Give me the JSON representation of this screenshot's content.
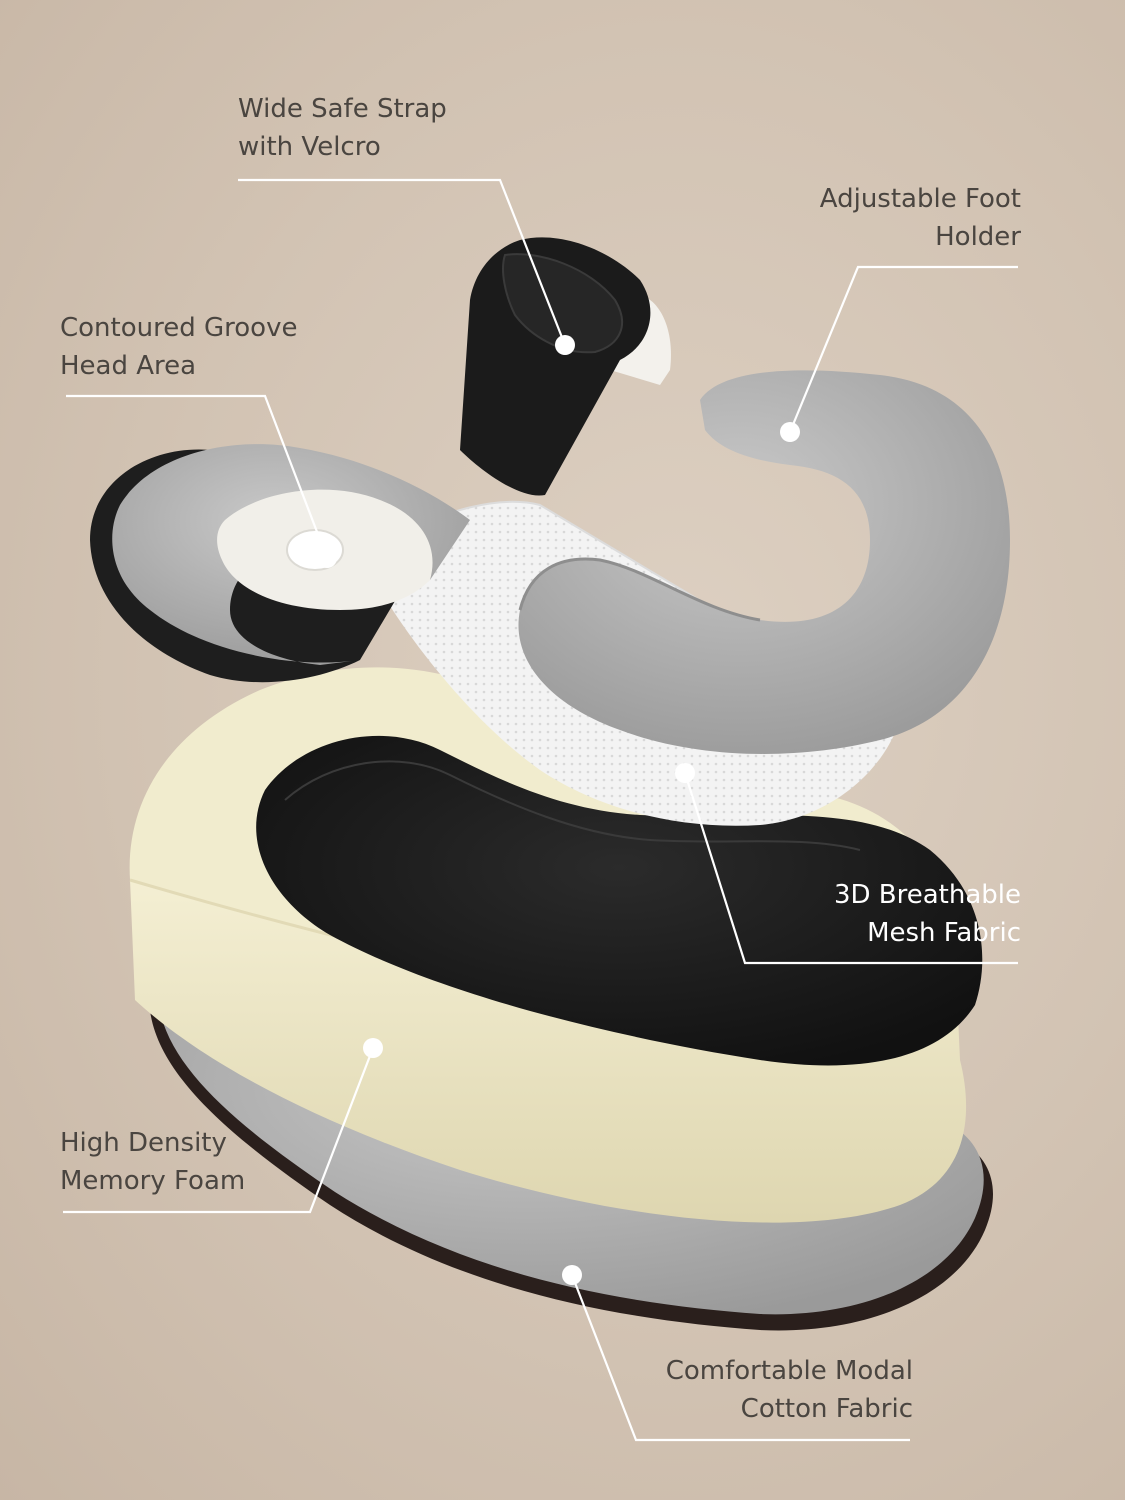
{
  "callouts": {
    "strap": {
      "line1": "Wide Safe Strap",
      "line2": "with Velcro"
    },
    "foot": {
      "line1": "Adjustable Foot",
      "line2": "Holder"
    },
    "head": {
      "line1": "Contoured Groove",
      "line2": "Head Area"
    },
    "mesh": {
      "line1": "3D Breathable",
      "line2": "Mesh Fabric"
    },
    "foam": {
      "line1": "High Density",
      "line2": "Memory Foam"
    },
    "cotton": {
      "line1": "Comfortable Modal",
      "line2": "Cotton Fabric"
    }
  },
  "colors": {
    "background": "#d2c3b3",
    "label_text": "#4a4540",
    "leader_line": "#ffffff",
    "foam": "#efe8c6",
    "grey_fabric": "#a7a7a7",
    "black_fabric": "#1c1c1c",
    "mesh": "#efefef"
  }
}
